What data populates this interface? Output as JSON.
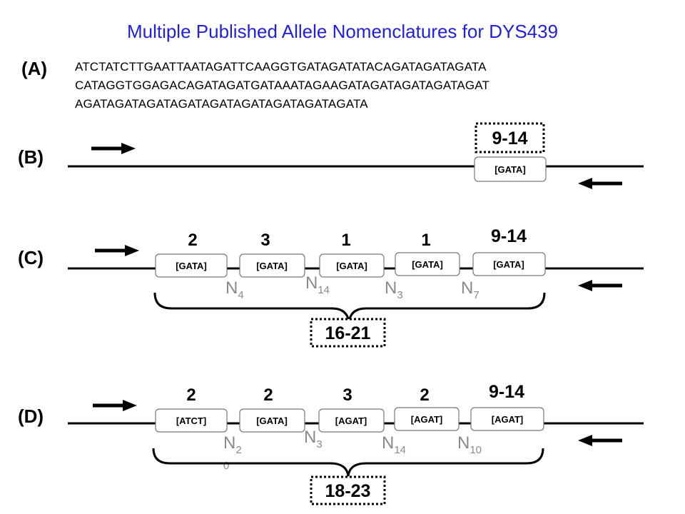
{
  "title": "Multiple Published Allele Nomenclatures for DYS439",
  "panelA": {
    "label": "(A)",
    "sequence": [
      "ATCTATCTTGAATTAATAGATTCAAGGTGATAGATATACAGATAGATAGATA",
      "CATAGGTGGAGACAGATAGATGATAAATAGAAGATAGATAGATAGATAGAT",
      "AGATAGATAGATAGATAGATAGATAGATAGATAGATA"
    ]
  },
  "panelB": {
    "label": "(B)",
    "repeat": "[GATA]",
    "range": "9-14"
  },
  "panelC": {
    "label": "(C)",
    "repeats": [
      "[GATA]",
      "[GATA]",
      "[GATA]",
      "[GATA]",
      "[GATA]"
    ],
    "counts": [
      "2",
      "3",
      "1",
      "1",
      "9-14"
    ],
    "spacers": [
      {
        "base": "N",
        "sub": "4"
      },
      {
        "base": "N",
        "sub": "14"
      },
      {
        "base": "N",
        "sub": "3"
      },
      {
        "base": "N",
        "sub": "7"
      }
    ],
    "range": "16-21"
  },
  "panelD": {
    "label": "(D)",
    "repeats": [
      "[ATCT]",
      "[GATA]",
      "[AGAT]",
      "[AGAT]",
      "[AGAT]"
    ],
    "counts": [
      "2",
      "2",
      "3",
      "2",
      "9-14"
    ],
    "spacers": [
      {
        "base": "N",
        "sub": "2",
        "sub2": "0"
      },
      {
        "base": "N",
        "sub": "3"
      },
      {
        "base": "N",
        "sub": "14"
      },
      {
        "base": "N",
        "sub": "10"
      }
    ],
    "range": "18-23"
  }
}
